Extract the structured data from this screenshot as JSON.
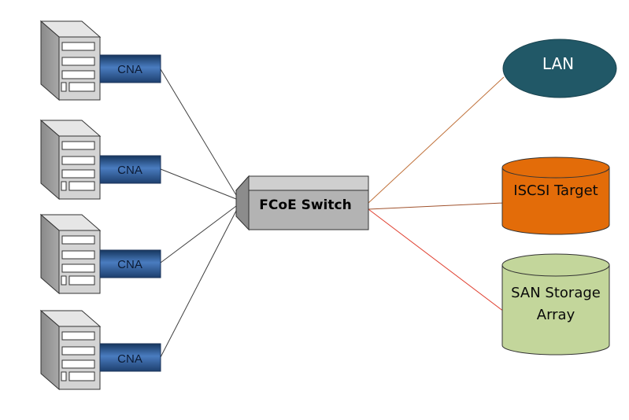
{
  "servers": [
    {
      "cna_label": "CNA"
    },
    {
      "cna_label": "CNA"
    },
    {
      "cna_label": "CNA"
    },
    {
      "cna_label": "CNA"
    }
  ],
  "switch": {
    "label": "FCoE Switch"
  },
  "lan": {
    "label": "LAN"
  },
  "iscsi": {
    "label": "ISCSI Target"
  },
  "san": {
    "line1": "SAN Storage",
    "line2": "Array"
  },
  "colors": {
    "cna_fill": "#2f5a93",
    "switch_face": "#b3b3b3",
    "lan_fill": "#215867",
    "iscsi_fill": "#e36c09",
    "san_fill": "#c3d69b",
    "lan_link": "#c0713a",
    "iscsi_link": "#a0522d",
    "san_link": "#e04030",
    "server_link": "#404040"
  }
}
